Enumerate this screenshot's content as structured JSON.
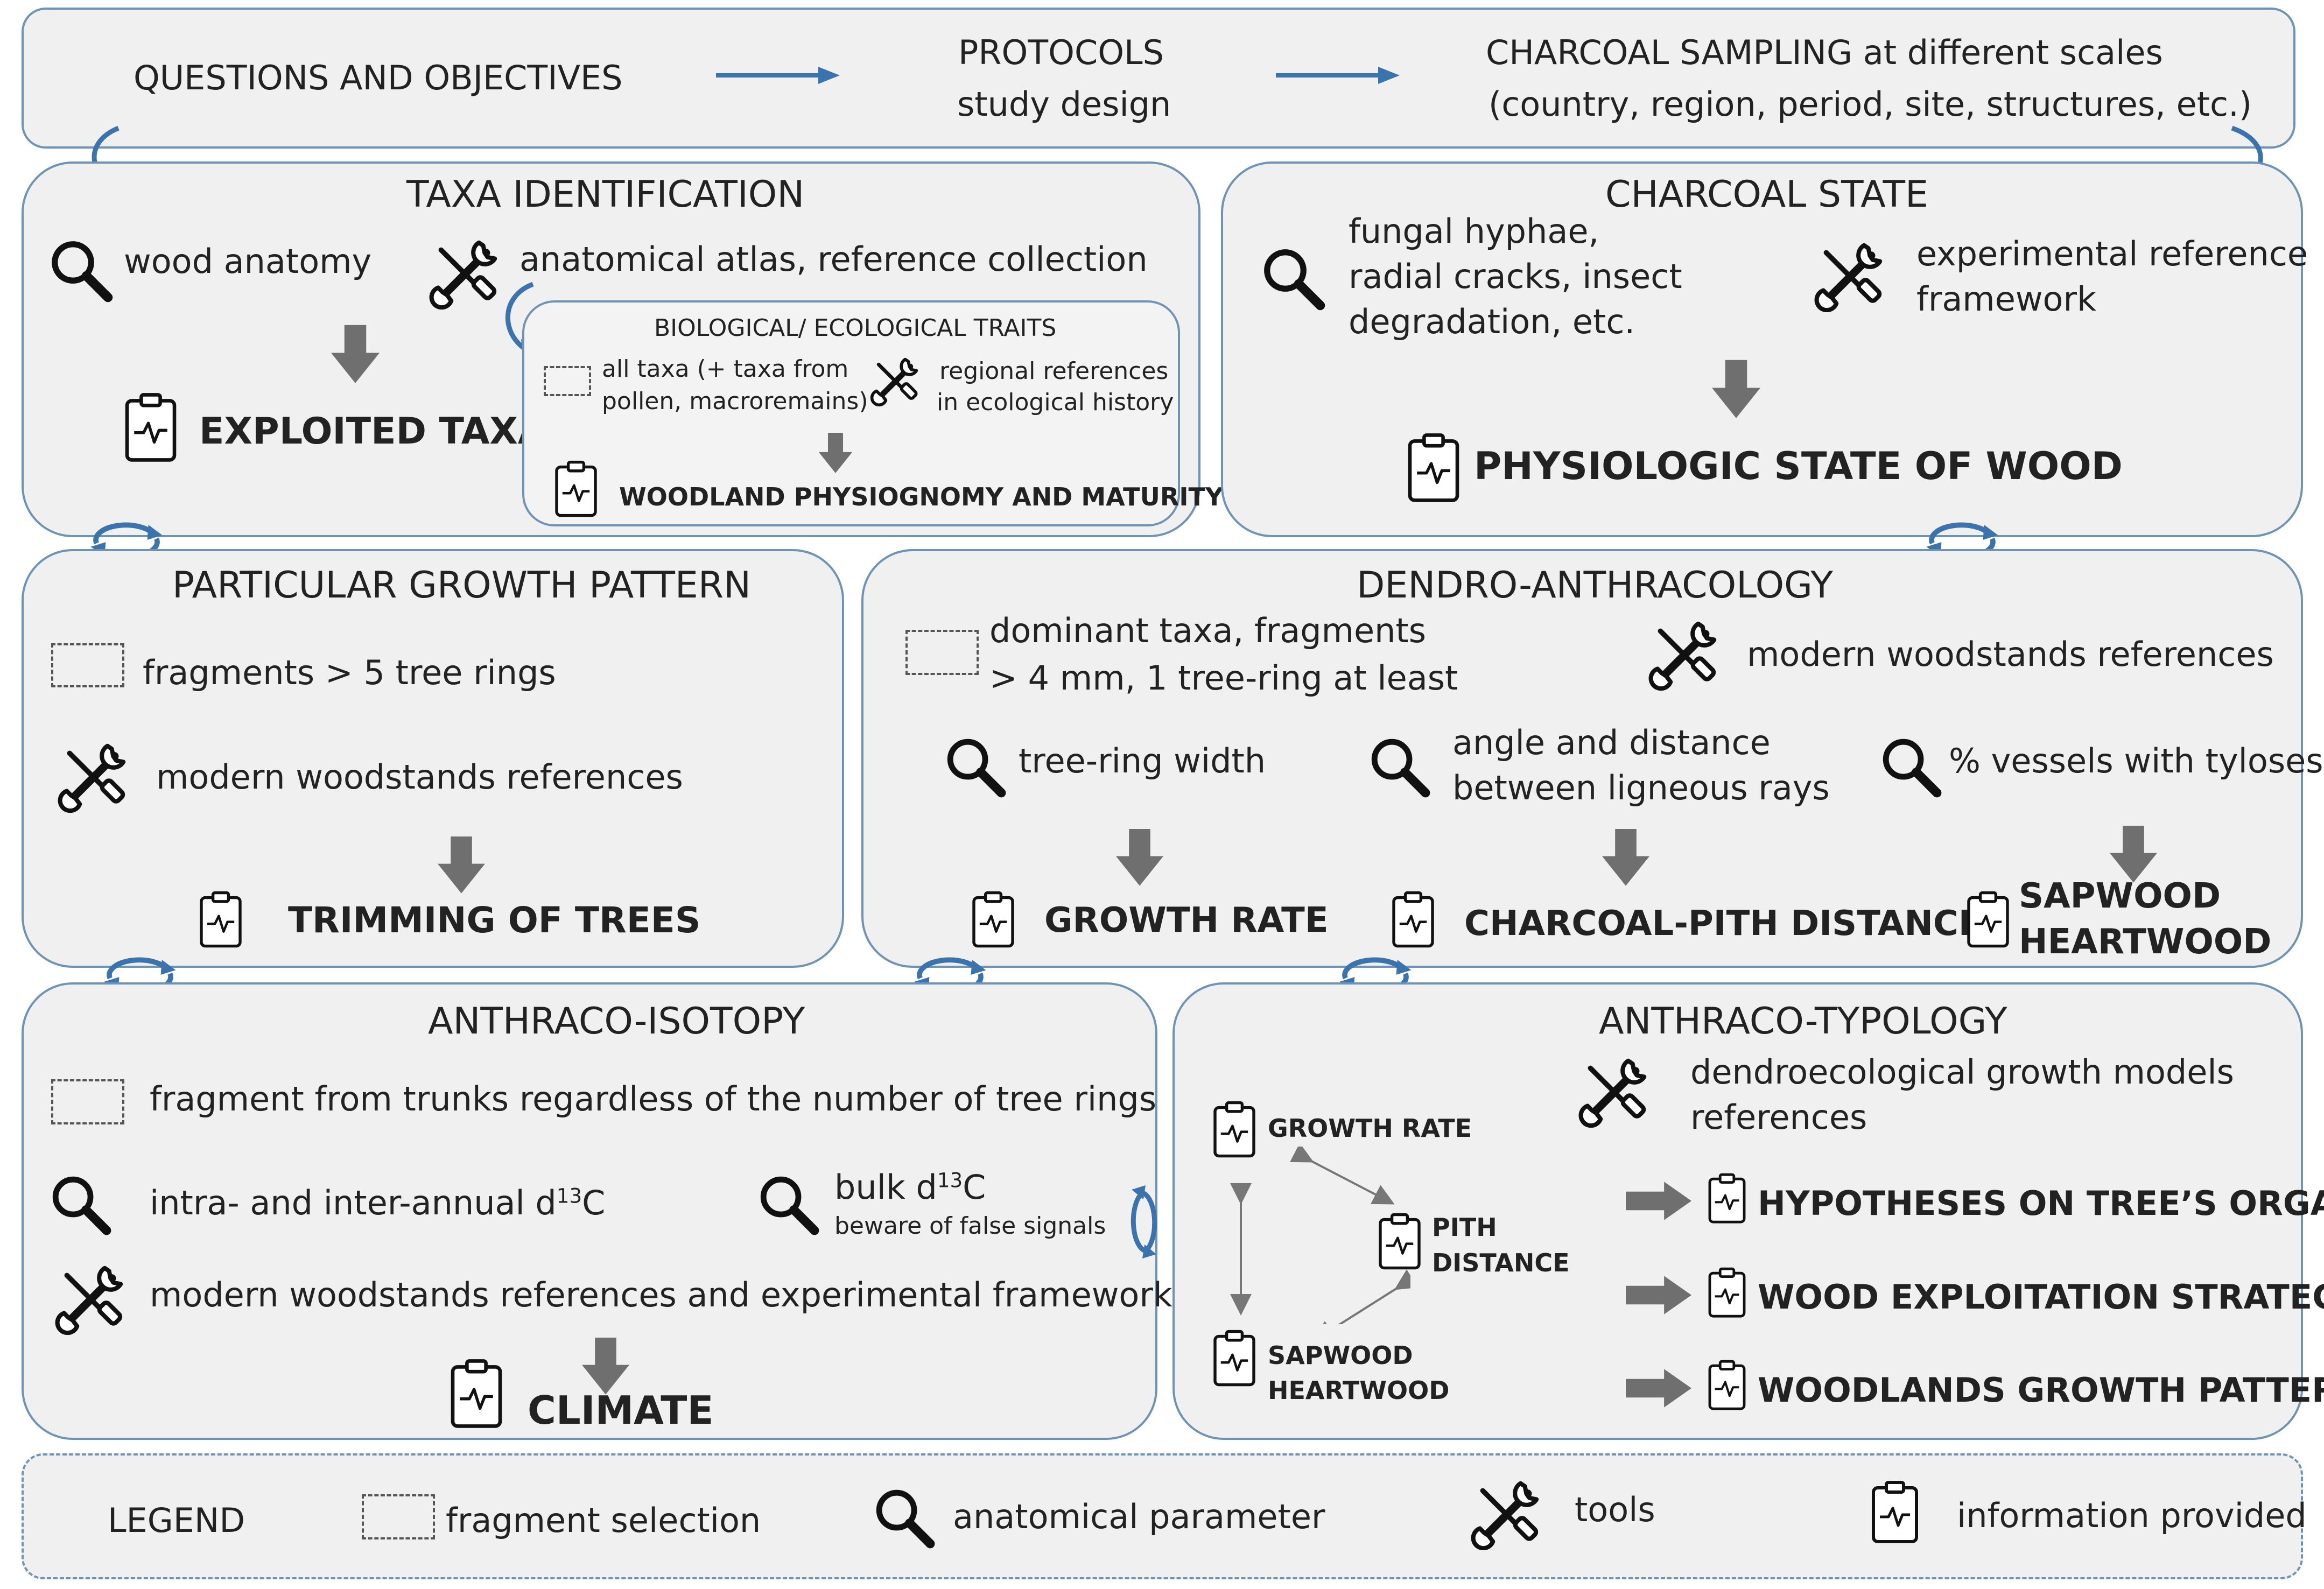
{
  "top": {
    "questions": "QUESTIONS AND OBJECTIVES",
    "protocols_l1": "PROTOCOLS",
    "protocols_l2": "study design",
    "sampling_l1": "CHARCOAL SAMPLING at different scales",
    "sampling_l2": "(country, region, period, site, structures, etc.)"
  },
  "taxa": {
    "title": "TAXA IDENTIFICATION",
    "parameter": "wood anatomy",
    "tools": "anatomical atlas, reference collection",
    "output": "EXPLOITED TAXA",
    "bio": {
      "title": "BIOLOGICAL/ ECOLOGICAL TRAITS",
      "selection_l1": "all taxa  (+ taxa from",
      "selection_l2": "pollen,  macroremains)",
      "tools_l1": "regional references",
      "tools_l2": "in ecological history",
      "output": "WOODLAND PHYSIOGNOMY AND MATURITY"
    }
  },
  "state": {
    "title": "CHARCOAL STATE",
    "parameter_l1": "fungal hyphae,",
    "parameter_l2": "radial cracks, insect",
    "parameter_l3": "degradation, etc.",
    "tools_l1": "experimental reference",
    "tools_l2": "framework",
    "output": "PHYSIOLOGIC STATE OF WOOD"
  },
  "growth": {
    "title": "PARTICULAR  GROWTH PATTERN",
    "selection": "fragments > 5 tree rings",
    "tools": "modern woodstands  references",
    "output": "TRIMMING OF TREES"
  },
  "dendro": {
    "title": "DENDRO-ANTHRACOLOGY",
    "selection_l1": "dominant taxa, fragments",
    "selection_l2": "> 4 mm, 1 tree-ring at least",
    "tools": "modern woodstands  references",
    "param1": "tree-ring width",
    "param2_l1": "angle and distance",
    "param2_l2": "between ligneous rays",
    "param3": "% vessels with tyloses",
    "out1": "GROWTH RATE",
    "out2": "CHARCOAL-PITH DISTANCE",
    "out3_l1": "SAPWOOD",
    "out3_l2": "HEARTWOOD"
  },
  "isotopy": {
    "title": "ANTHRACO-ISOTOPY",
    "selection": "fragment from trunks regardless of the number of tree rings",
    "param1_pre": "intra- and inter-annual d",
    "param1_sup": "13",
    "param1_post": "C",
    "param2_pre": "bulk d",
    "param2_sup": "13",
    "param2_post": "C",
    "param2_note": "beware of false signals",
    "tools": "modern woodstands  references and experimental framework",
    "output": "CLIMATE"
  },
  "typology": {
    "title": "ANTHRACO-TYPOLOGY",
    "tools_l1": "dendroecological growth models",
    "tools_l2": "references",
    "node1": "GROWTH RATE",
    "node2_l1": "PITH",
    "node2_l2": "DISTANCE",
    "node3_l1": "SAPWOOD",
    "node3_l2": "HEARTWOOD",
    "out1": "HYPOTHESES ON TREE’S ORGAN",
    "out2": "WOOD EXPLOITATION STRATEGIES",
    "out3": "WOODLANDS GROWTH PATTERN"
  },
  "legend": {
    "title": "LEGEND",
    "selection": "fragment selection",
    "parameter": "anatomical parameter",
    "tools": "tools",
    "info": "information provided"
  },
  "colors": {
    "border": "#6f93b7",
    "panel": "#f0f0f0",
    "arrow": "#6f6f6f",
    "link_arrow": "#3a73ad"
  }
}
